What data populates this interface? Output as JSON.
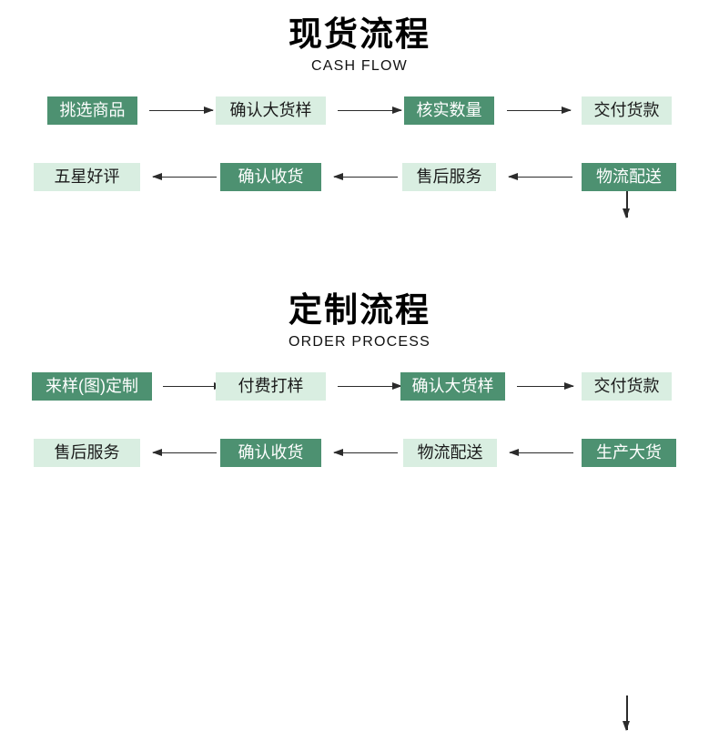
{
  "sections": [
    {
      "title_cn": "现货流程",
      "title_en": "CASH FLOW",
      "rows": [
        {
          "nodes": [
            {
              "label": "挑选商品",
              "style": "dark"
            },
            {
              "label": "确认大货样",
              "style": "light"
            },
            {
              "label": "核实数量",
              "style": "dark"
            },
            {
              "label": "交付货款",
              "style": "light"
            }
          ]
        },
        {
          "nodes": [
            {
              "label": "五星好评",
              "style": "light"
            },
            {
              "label": "确认收货",
              "style": "dark"
            },
            {
              "label": "售后服务",
              "style": "light"
            },
            {
              "label": "物流配送",
              "style": "dark"
            }
          ]
        }
      ]
    },
    {
      "title_cn": "定制流程",
      "title_en": "ORDER PROCESS",
      "rows": [
        {
          "nodes": [
            {
              "label": "来样(图)定制",
              "style": "dark"
            },
            {
              "label": "付费打样",
              "style": "light"
            },
            {
              "label": "确认大货样",
              "style": "dark"
            },
            {
              "label": "交付货款",
              "style": "light"
            }
          ]
        },
        {
          "nodes": [
            {
              "label": "售后服务",
              "style": "light"
            },
            {
              "label": "确认收货",
              "style": "dark"
            },
            {
              "label": "物流配送",
              "style": "light"
            },
            {
              "label": "生产大货",
              "style": "dark"
            }
          ]
        }
      ]
    }
  ],
  "colors": {
    "dark_green": "#4d9171",
    "light_green": "#d9eee1",
    "arrow": "#2b2b2b",
    "text_dark": "#1a1a1a",
    "text_light": "#ffffff",
    "background": "#ffffff"
  }
}
